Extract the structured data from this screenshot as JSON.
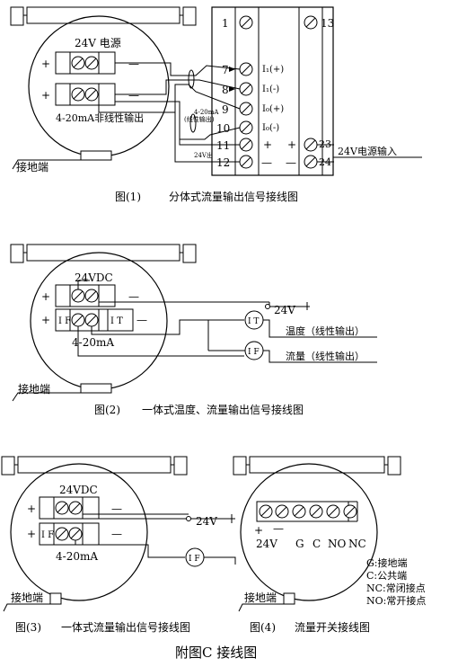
{
  "fig1": {
    "power_label": "24V 电源",
    "plus": "+",
    "minus": "—",
    "output_label": "4-20mA非线性输出",
    "ground": "接地端",
    "terminals": [
      "1",
      "13",
      "7",
      "8",
      "9",
      "10",
      "11",
      "12",
      "23",
      "24"
    ],
    "i1_plus": "I₁(+)",
    "i1_minus": "I₁(-)",
    "i0_plus": "I₀(+)",
    "i0_minus": "I₀(-)",
    "linear_note_1": "4-20mA",
    "linear_note_2": "(线性输出)",
    "out24": "24V出",
    "plus11": "+",
    "minus12": "—",
    "plus23": "+",
    "minus24": "—",
    "power_in": "24V电源输入",
    "caption_num": "图(1)",
    "caption": "分体式流量输出信号接线图"
  },
  "fig2": {
    "vdc": "24VDC",
    "plus": "+",
    "minus": "—",
    "if": "I F",
    "it": "I T",
    "output": "4-20mA",
    "v24": "24V",
    "meter_t": "I T",
    "meter_f": "I F",
    "temp": "温度（线性输出）",
    "flow": "流量（线性输出）",
    "ground": "接地端",
    "caption_num": "图(2)",
    "caption": "一体式温度、流量输出信号接线图"
  },
  "fig3": {
    "vdc": "24VDC",
    "plus": "+",
    "minus": "—",
    "if": "I F",
    "output": "4-20mA",
    "v24": "24V",
    "meter_f": "I F",
    "ground": "接地端",
    "caption_num": "图(3)",
    "caption": "一体式流量输出信号接线图"
  },
  "fig4": {
    "plus": "+",
    "minus": "—",
    "v24": "24V",
    "labels": [
      "G",
      "C",
      "NO",
      "NC"
    ],
    "legend": [
      "G:接地端",
      "C:公共端",
      "NC:常闭接点",
      "NO:常开接点"
    ],
    "ground": "接地端",
    "caption_num": "图(4)",
    "caption": "流量开关接线图"
  },
  "footer": "附图C   接线图"
}
